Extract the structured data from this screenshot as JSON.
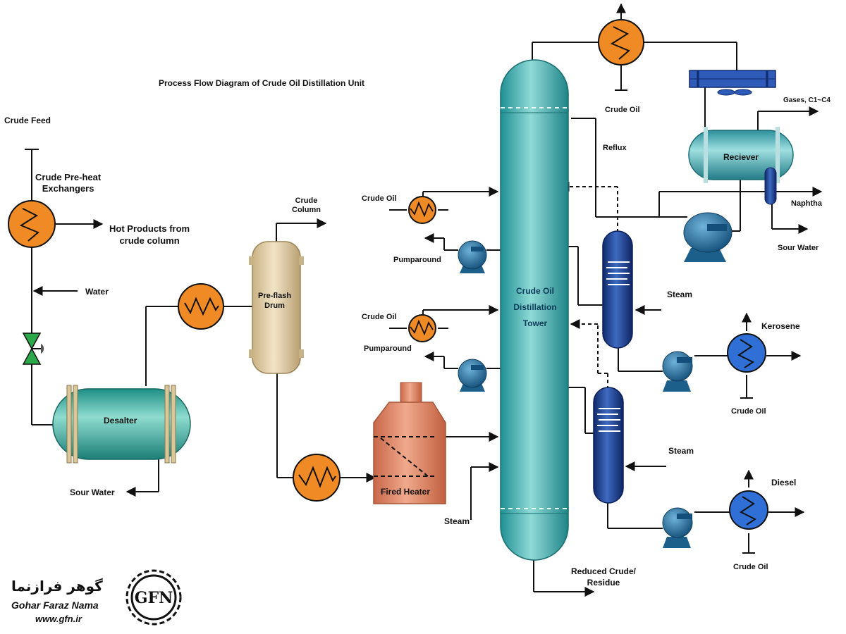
{
  "title": "Process Flow Diagram of Crude Oil Distillation Unit",
  "labels": {
    "crude_feed": "Crude Feed",
    "preheat_exchangers": "Crude Pre-heat\nExchangers",
    "hot_products": "Hot Products from\ncrude column",
    "water": "Water",
    "desalter": "Desalter",
    "sour_water_desalter": "Sour Water",
    "preflash_drum": "Pre-flash\nDrum",
    "crude_column": "Crude\nColumn",
    "fired_heater": "Fired Heater",
    "steam_heater": "Steam",
    "crude_oil_pa1": "Crude Oil",
    "pumparound_1": "Pumparound",
    "crude_oil_pa2": "Crude Oil",
    "pumparound_2": "Pumparound",
    "tower": "Crude Oil\nDistillation\nTower",
    "reduced_crude": "Reduced Crude/\nResidue",
    "crude_oil_top": "Crude Oil",
    "reflux": "Reflux",
    "gases": "Gases, C1~C4",
    "receiver": "Reciever",
    "naphtha": "Naphtha",
    "sour_water_receiver": "Sour Water",
    "steam_kero": "Steam",
    "kerosene": "Kerosene",
    "crude_oil_kero": "Crude Oil",
    "steam_diesel": "Steam",
    "diesel": "Diesel",
    "crude_oil_diesel": "Crude Oil"
  },
  "brand": {
    "name_fa": "گوهر فرازنما",
    "name_en": "Gohar Faraz Nama",
    "url": "www.gfn.ir",
    "logo_letters": "GFN"
  },
  "colors": {
    "exchanger": "#f08a24",
    "exchanger_blue": "#2f6fd6",
    "tower": "#3aa7a7",
    "desalter": "#33a89a",
    "drum": "#d8c49a",
    "heater": "#e39373",
    "stripper": "#1f3f8f",
    "pump": "#1b5f8a",
    "line": "#111111"
  }
}
